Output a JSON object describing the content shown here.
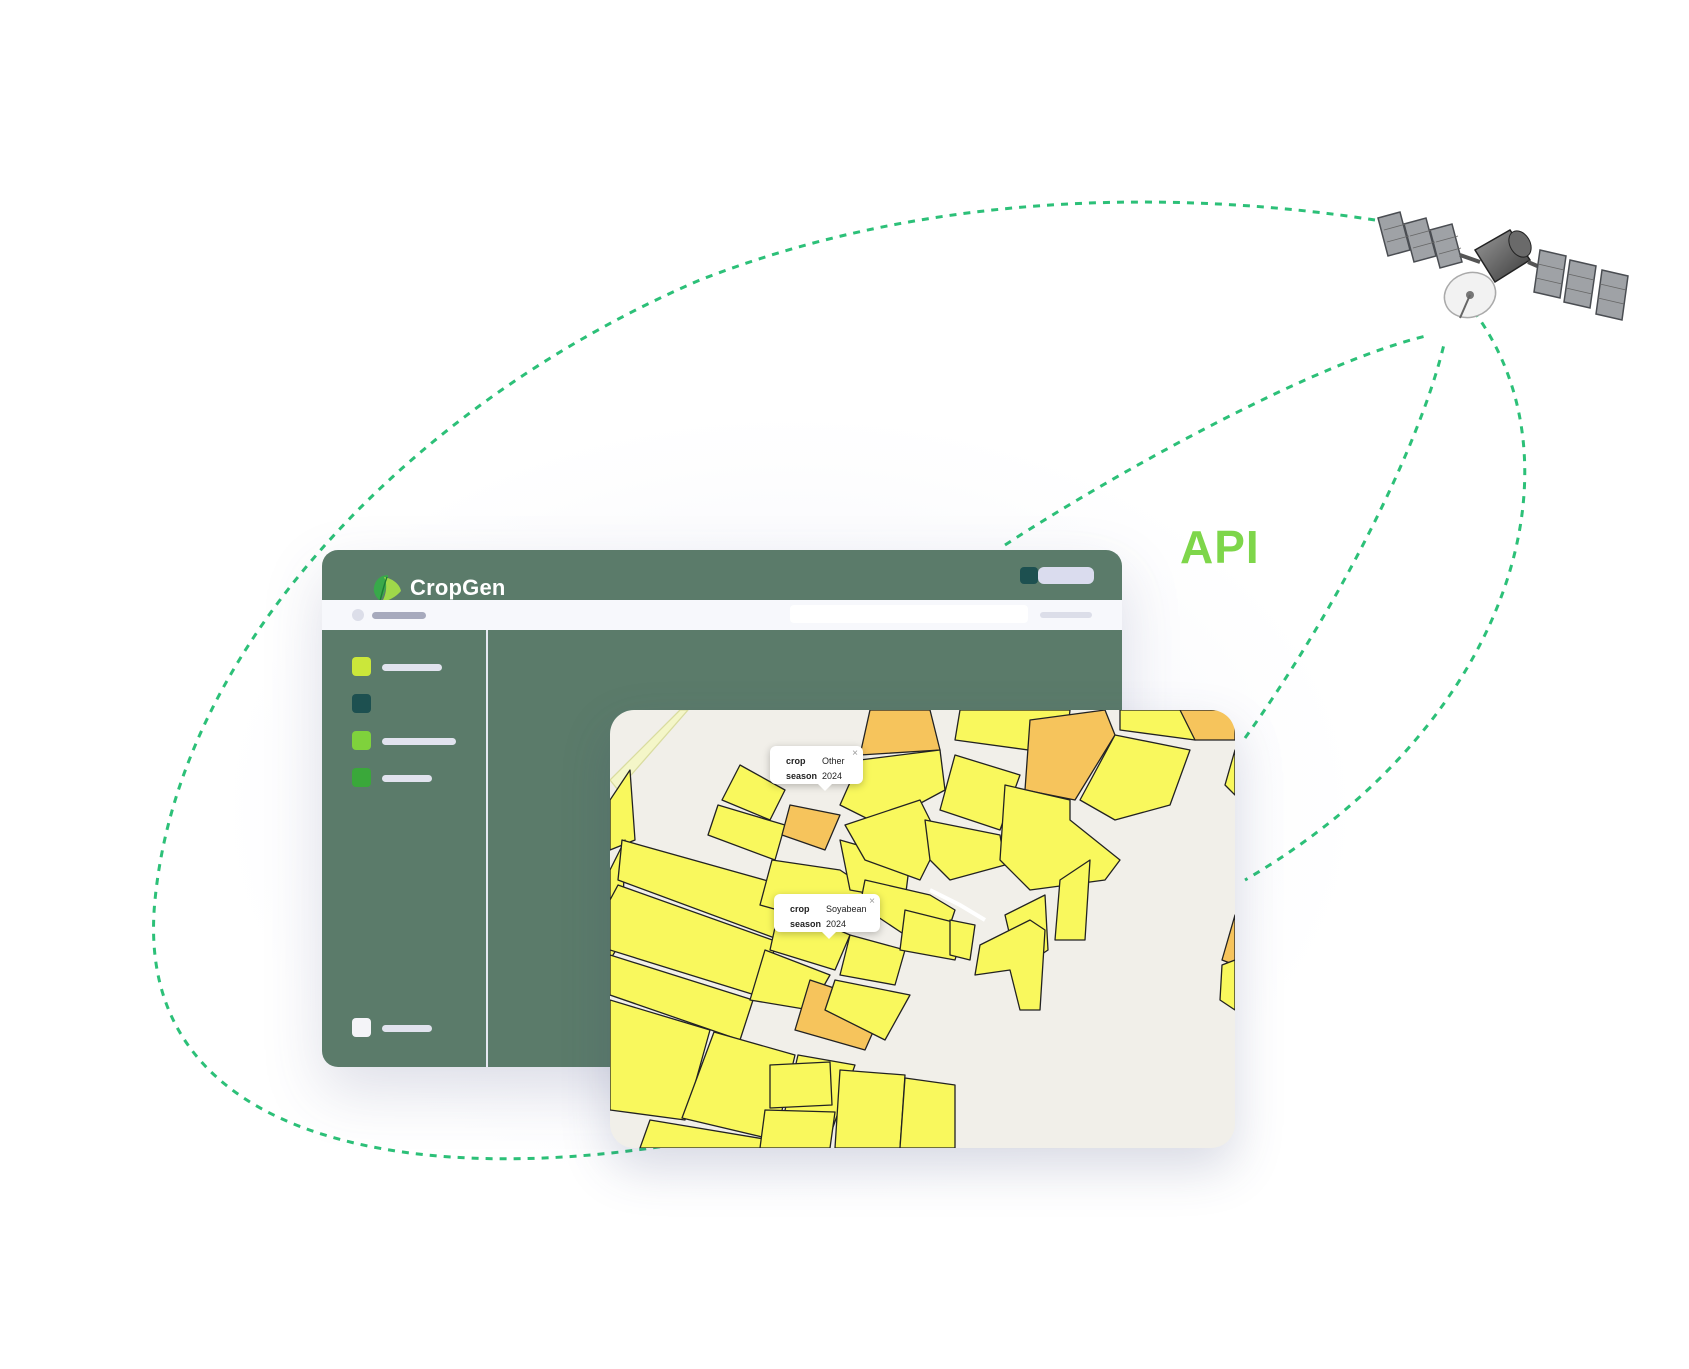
{
  "brand": {
    "name": "CropGen"
  },
  "api": {
    "label": "API"
  },
  "colors": {
    "orbit": "#2cc078",
    "dashboard_bg": "#5b7b6a",
    "field_yellow": "#f9f85d",
    "field_orange": "#f6c45c",
    "map_bg": "#f1efe9",
    "api_text": "#7ed64a"
  },
  "sidebar": {
    "items": [
      {
        "color": "#cbe73a"
      },
      {
        "color": "#1d5050"
      },
      {
        "color": "#7fd23c"
      },
      {
        "color": "#3aa83a"
      }
    ],
    "footer_item": {
      "color": "#f4f4f8"
    }
  },
  "popups": [
    {
      "crop_label": "crop",
      "crop_value": "Other",
      "season_label": "season",
      "season_value": "2024",
      "close": "×"
    },
    {
      "crop_label": "crop",
      "crop_value": "Soyabean",
      "season_label": "season",
      "season_value": "2024",
      "close": "×"
    }
  ],
  "icons": [
    "leaf-logo-icon",
    "close-icon",
    "satellite-icon"
  ]
}
